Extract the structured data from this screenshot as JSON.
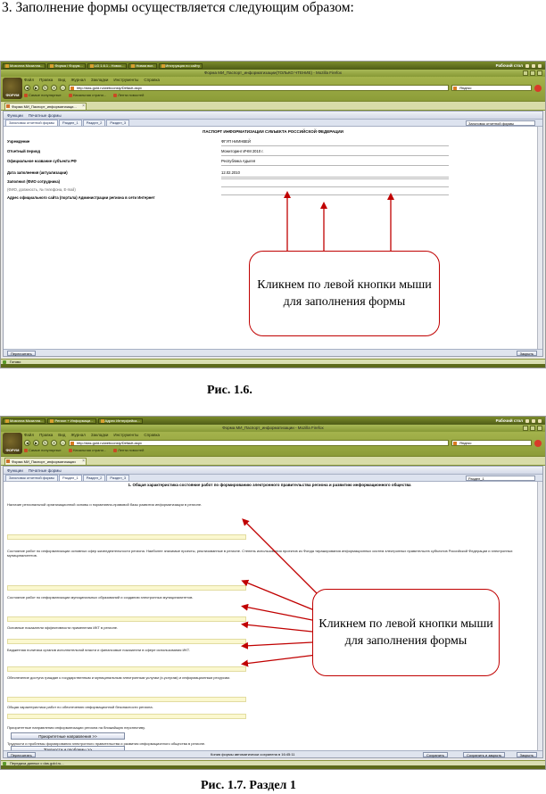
{
  "heading": "3. Заполнение формы осуществляется следующим образом:",
  "figure1": {
    "caption": "Рис. 1.6.",
    "browser": {
      "taskbar_items": [
        "Мозилла Мозилла...",
        "Форма / Форум...",
        "LG 1.6.1 - Новос...",
        "Новая вкл.",
        "Инструкция по сайту"
      ],
      "tray_label": "Рабочий стол",
      "window_title": "Форма МИ_Паспорт_информатизации(ТОЛЬКО ЧТЕНИЕ) - Mozilla Firefox",
      "menu": [
        "Файл",
        "Правка",
        "Вид",
        "Журнал",
        "Закладки",
        "Инструменты",
        "Справка"
      ],
      "url": "http://das.gold.ru/webconsly/Default.aspx",
      "search_placeholder": "Яндекс",
      "bookmarks": [
        "Самые популярные",
        "Начальная страни...",
        "Лента новостей"
      ],
      "tab_title": "Форма МИ_Паспорт_информатизаци...",
      "logo_text": "ФОРУМ"
    },
    "app": {
      "toolbar": [
        "Функции",
        "Печатные формы"
      ],
      "tabs": [
        "Заголовок отчетной формы",
        "Раздел_1",
        "Раздел_2",
        "Раздел_3"
      ],
      "select_value": "Заголовок отчетной формы",
      "title": "ПАСПОРТ ИНФОРМАТИЗАЦИИ СУБЪЕКТА РОССИЙСКОЙ ФЕДЕРАЦИИ",
      "rows": [
        {
          "label": "Учреждение",
          "value": "ФГУП НИИНВЕЙ"
        },
        {
          "label": "Отчетный период",
          "value": "Мониторинг ИЧМ 2010 г."
        },
        {
          "label": "Официальное название субъекта РФ",
          "value": "Республика Адыгея"
        },
        {
          "label": "Дата заполнения (актуализации)",
          "value": "12.02.2010"
        },
        {
          "label": "Заполнил (ФИО сотрудника)",
          "value": ""
        },
        {
          "label": "(ФИО, должность, № телефона, E-mail)",
          "value": ""
        },
        {
          "label": "Адрес официального сайта (портала) Администрации региона в сети Интернет",
          "value": ""
        }
      ],
      "footer_left_button": "Пересчитать",
      "footer_right_button": "Закрыть",
      "status": "Готово"
    },
    "callout": "Кликнем по левой кнопки мыши для заполнения формы"
  },
  "figure2": {
    "caption": "Рис. 1.7. Раздел 1",
    "browser": {
      "taskbar_items": [
        "Мозилла Мозилла...",
        "Регион + Информаци...",
        "Адрес Интерфейса..."
      ],
      "tray_label": "Рабочий стол",
      "window_title": "Форма МИ_Паспорт_информатизации - Mozilla Firefox",
      "menu": [
        "Файл",
        "Правка",
        "Вид",
        "Журнал",
        "Закладки",
        "Инструменты",
        "Справка"
      ],
      "url": "http://das.gold.ru/webconsly/Default.aspx",
      "search_placeholder": "Яндекс",
      "bookmarks": [
        "Самые популярные",
        "Начальная страни...",
        "Лента новостей"
      ],
      "tab_title": "Форма МИ_Паспорт_информатизации",
      "logo_text": "ФОРУМ"
    },
    "app": {
      "toolbar": [
        "Функции",
        "Печатные формы"
      ],
      "tabs": [
        "Заголовок отчетной формы",
        "Раздел_1",
        "Раздел_2",
        "Раздел_3"
      ],
      "select_value": "Раздел_1",
      "section_title": "1. Общая характеристика состояние работ по формированию электронного правительства региона и развитию информационного общества",
      "questions": [
        "Наличие региональной организационной основы и нормативно-правовой базы развития информатизации в регионе.",
        "Состояние работ по информатизации основных сфер жизнедеятельности региона. Наиболее значимые проекты, реализованные в регионе. Степень использования проектов из Фонда тиражирования информационных систем электронных правительств субъектов Российской Федерации и электронных муниципалитетов.",
        "Состояние работ по информатизации муниципальных образований и созданию электронных муниципалитетов.",
        "Основные показатели эффективности применения ИКТ в регионе.",
        "Бюджетная политика органов исполнительной власти и финансовые показатели в сфере использования ИКТ.",
        "Обеспечение доступа граждан к государственным и муниципальным электронным услугам (э-услугам) и информационным ресурсам.",
        "Общая характеристика работ по обеспечению информационной безопасности региона.",
        "Приоритетные направления информатизации региона на ближайшую перспективу.",
        "Трудности и проблемы формирования электронного правительства и развития информационного общества в регионе."
      ],
      "button_priority": "Приоритетные направления >>",
      "button_problems": "Трудности и проблемы >>",
      "autosave_text": "Копия формы автоматически сохранена в 16:45:11",
      "footer_buttons": [
        "Пересчитать",
        "Сохранить",
        "Сохранить и закрыть",
        "Закрыть"
      ],
      "status": "Передача данных с das.gold.ru..."
    },
    "callout": "Кликнем по левой кнопки мыши для заполнения формы"
  }
}
